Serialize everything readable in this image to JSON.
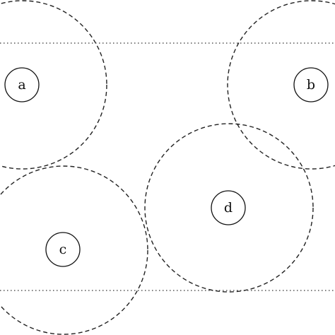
{
  "nodes": [
    {
      "label": "a"
    },
    {
      "label": "b"
    },
    {
      "label": "c"
    },
    {
      "label": "d"
    }
  ],
  "colors": {
    "background": "#ffffff",
    "stroke": "#111111"
  }
}
